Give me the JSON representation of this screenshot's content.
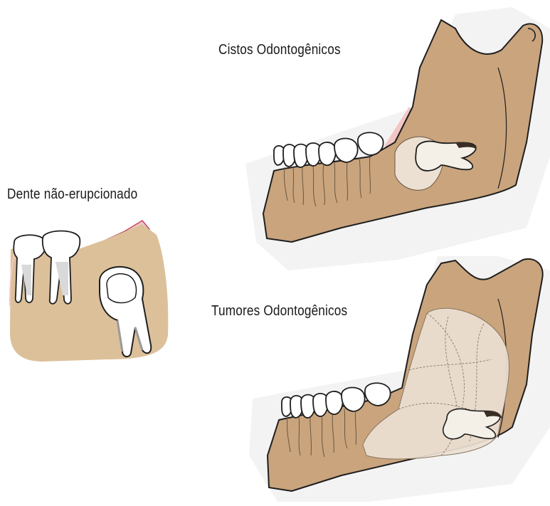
{
  "labels": {
    "cistos": "Cistos Odontogênicos",
    "dente": "Dente não-erupcionado",
    "tumores": "Tumores Odontogênicos"
  },
  "colors": {
    "bone": "#c9a47d",
    "bone_outline": "#1e1e1e",
    "gum": "#f3c6c6",
    "gum_line": "#c04a5e",
    "tooth": "#ffffff",
    "root_shade": "#d9d9d9",
    "lesion": "#ebe0d2",
    "shadow": "#f2f2f2"
  }
}
